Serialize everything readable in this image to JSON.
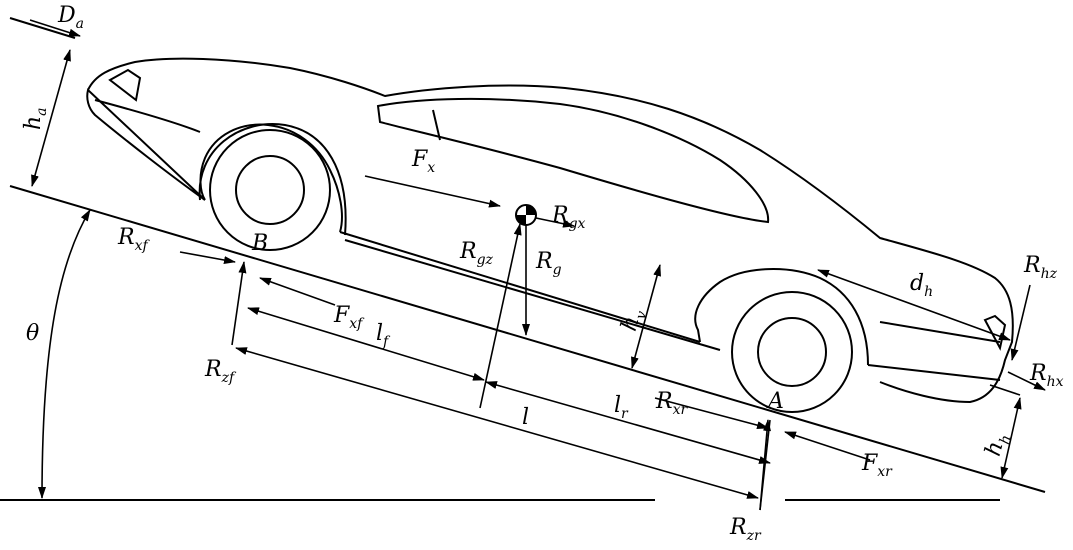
{
  "labels": {
    "Da": {
      "main": "D",
      "sub": "a"
    },
    "ha": {
      "main": "h",
      "sub": "a"
    },
    "theta": {
      "main": "θ",
      "sub": ""
    },
    "Rxf": {
      "main": "R",
      "sub": "xf"
    },
    "B": {
      "main": "B",
      "sub": ""
    },
    "Rzf": {
      "main": "R",
      "sub": "zf"
    },
    "Fx": {
      "main": "F",
      "sub": "x"
    },
    "Fxf": {
      "main": "F",
      "sub": "xf"
    },
    "lf": {
      "main": "l",
      "sub": "f"
    },
    "Rgz": {
      "main": "R",
      "sub": "gz"
    },
    "Rg": {
      "main": "R",
      "sub": "g"
    },
    "Rgx": {
      "main": "R",
      "sub": "gx"
    },
    "hv": {
      "main": "h",
      "sub": "v"
    },
    "l": {
      "main": "l",
      "sub": ""
    },
    "lr": {
      "main": "l",
      "sub": "r"
    },
    "Rxr": {
      "main": "R",
      "sub": "xr"
    },
    "A": {
      "main": "A",
      "sub": ""
    },
    "dh": {
      "main": "d",
      "sub": "h"
    },
    "Rhz": {
      "main": "R",
      "sub": "hz"
    },
    "Rhx": {
      "main": "R",
      "sub": "hx"
    },
    "hh": {
      "main": "h",
      "sub": "h"
    },
    "Fxr": {
      "main": "F",
      "sub": "xr"
    },
    "Rzr": {
      "main": "R",
      "sub": "zr"
    }
  },
  "colors": {
    "ink": "#000000",
    "paper": "#ffffff"
  }
}
